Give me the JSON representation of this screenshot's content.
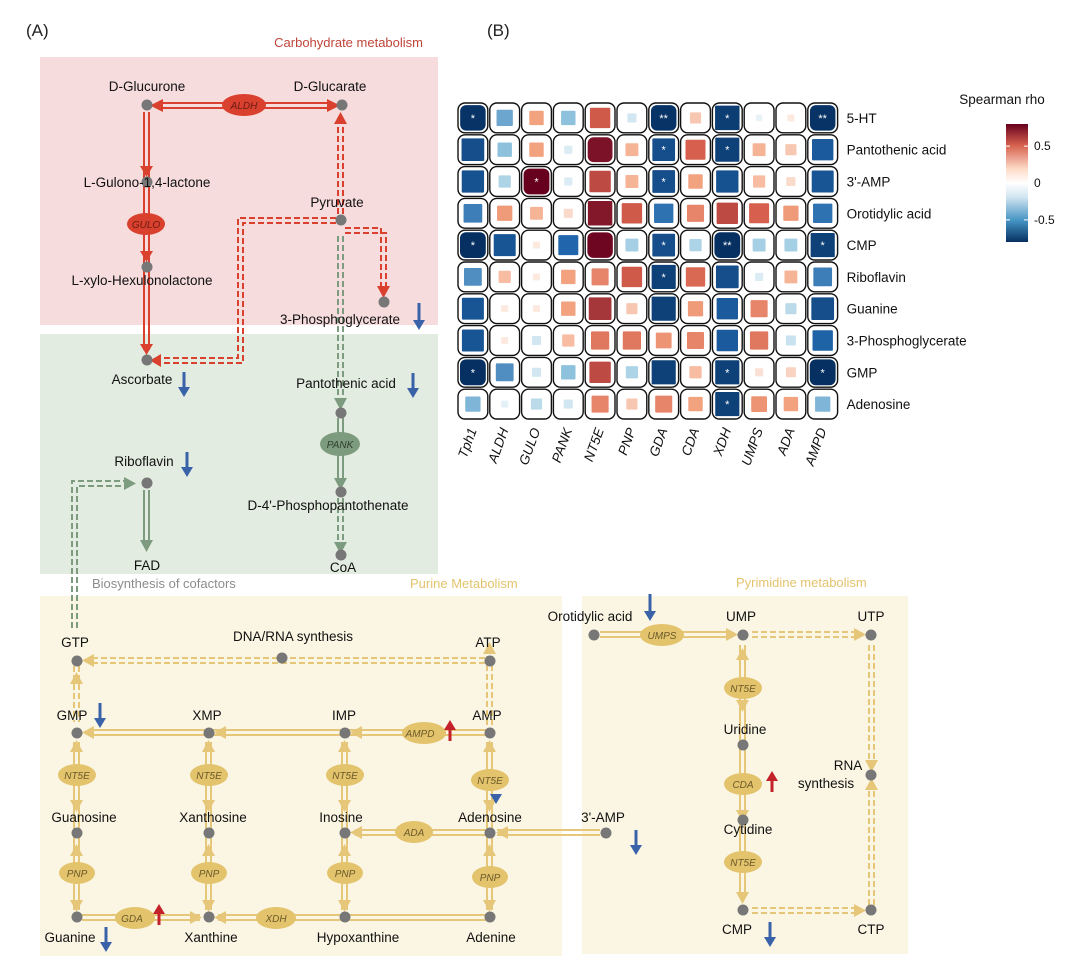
{
  "panel_labels": {
    "a": "(A)",
    "b": "(B)"
  },
  "regions": {
    "carb": "Carbohydrate metabolism",
    "cofactor": "Biosynthesis of cofactors",
    "purine": "Purine Metabolism",
    "pyrimidine": "Pyrimidine metabolism"
  },
  "metabolites": {
    "d_glucurone": "D-Glucurone",
    "d_glucarate": "D-Glucarate",
    "l_gulono": "L-Gulono-1,4-lactone",
    "pyruvate": "Pyruvate",
    "l_xylo": "L-xylo-Hexulonolactone",
    "phosphoglycerate": "3-Phosphoglycerate",
    "ascorbate": "Ascorbate",
    "pantothenic": "Pantothenic acid",
    "riboflavin": "Riboflavin",
    "phosphopantothenate": "D-4'-Phosphopantothenate",
    "fad": "FAD",
    "coa": "CoA",
    "gtp": "GTP",
    "dna_rna": "DNA/RNA synthesis",
    "atp": "ATP",
    "gmp": "GMP",
    "xmp": "XMP",
    "imp": "IMP",
    "amp": "AMP",
    "guanosine": "Guanosine",
    "xanthosine": "Xanthosine",
    "inosine": "Inosine",
    "adenosine": "Adenosine",
    "amp3": "3'-AMP",
    "guanine": "Guanine",
    "xanthine": "Xanthine",
    "hypoxanthine": "Hypoxanthine",
    "adenine": "Adenine",
    "orotidylic": "Orotidylic acid",
    "ump": "UMP",
    "utp": "UTP",
    "uridine": "Uridine",
    "rna_synth_1": "RNA",
    "rna_synth_2": "synthesis",
    "cytidine": "Cytidine",
    "cmp": "CMP",
    "ctp": "CTP"
  },
  "enzymes": {
    "aldh": "ALDH",
    "gulo": "GULO",
    "pank": "PANK",
    "umps": "UMPS",
    "ampd": "AMPD",
    "nt5e": "NT5E",
    "ada": "ADA",
    "pnp": "PNP",
    "gda": "GDA",
    "xdh": "XDH",
    "cda": "CDA"
  },
  "heatmap": {
    "legend_title": "Spearman rho",
    "legend_ticks": [
      "0.5",
      "0",
      "-0.5"
    ],
    "legend_tick_values": [
      0.5,
      0,
      -0.5
    ],
    "scale_range": [
      -0.8,
      0.8
    ],
    "colors": {
      "positive": "#67001f",
      "neutral": "#ffffff",
      "negative": "#053061"
    }
  },
  "chart_data": {
    "type": "heatmap",
    "rows": [
      "5-HT",
      "Pantothenic acid",
      "3'-AMP",
      "Orotidylic acid",
      "CMP",
      "Riboflavin",
      "Guanine",
      "3-Phosphoglycerate",
      "GMP",
      "Adenosine"
    ],
    "columns": [
      "Tph1",
      "ALDH",
      "GULO",
      "PANK",
      "NT5E",
      "PNP",
      "GDA",
      "CDA",
      "XDH",
      "UMPS",
      "ADA",
      "AMPD"
    ],
    "values": [
      [
        -0.78,
        -0.32,
        0.25,
        -0.25,
        0.5,
        -0.1,
        -0.78,
        0.15,
        -0.72,
        -0.05,
        0.06,
        -0.78
      ],
      [
        -0.62,
        -0.25,
        0.25,
        -0.08,
        0.74,
        0.2,
        -0.62,
        0.48,
        -0.7,
        0.2,
        0.15,
        -0.55
      ],
      [
        -0.6,
        -0.18,
        0.82,
        -0.08,
        0.55,
        0.2,
        -0.62,
        0.25,
        -0.6,
        0.18,
        0.1,
        -0.58
      ],
      [
        -0.42,
        0.28,
        0.2,
        0.1,
        0.72,
        0.5,
        -0.45,
        0.35,
        0.55,
        0.48,
        0.28,
        -0.45
      ],
      [
        -0.82,
        -0.58,
        0.06,
        -0.48,
        0.78,
        -0.2,
        -0.62,
        -0.18,
        -0.82,
        -0.2,
        -0.2,
        -0.7
      ],
      [
        -0.38,
        0.18,
        0.06,
        0.25,
        0.35,
        0.5,
        -0.7,
        0.45,
        -0.62,
        -0.08,
        0.2,
        -0.42
      ],
      [
        -0.58,
        0.06,
        0.06,
        0.25,
        0.62,
        0.15,
        -0.7,
        0.28,
        -0.55,
        0.35,
        -0.15,
        -0.62
      ],
      [
        -0.58,
        0.06,
        -0.1,
        0.18,
        0.4,
        0.4,
        0.3,
        0.35,
        -0.55,
        0.4,
        -0.12,
        -0.5
      ],
      [
        -0.82,
        -0.38,
        -0.1,
        -0.25,
        0.55,
        -0.18,
        -0.7,
        0.18,
        -0.7,
        0.08,
        0.12,
        -0.82
      ],
      [
        -0.28,
        -0.06,
        -0.15,
        -0.1,
        0.35,
        0.15,
        0.35,
        0.25,
        -0.7,
        0.3,
        0.25,
        -0.28
      ]
    ],
    "significance": [
      [
        "*",
        "",
        "",
        "",
        "",
        "",
        "**",
        "",
        "*",
        "",
        "",
        "**"
      ],
      [
        "",
        "",
        "",
        "",
        "",
        "",
        "*",
        "",
        "*",
        "",
        "",
        ""
      ],
      [
        "",
        "",
        "*",
        "",
        "",
        "",
        "*",
        "",
        "",
        "",
        "",
        ""
      ],
      [
        "",
        "",
        "",
        "",
        "",
        "",
        "",
        "",
        "",
        "",
        "",
        ""
      ],
      [
        "*",
        "",
        "",
        "",
        "",
        "",
        "*",
        "",
        "**",
        "",
        "",
        "*"
      ],
      [
        "",
        "",
        "",
        "",
        "",
        "",
        "*",
        "",
        "",
        "",
        "",
        ""
      ],
      [
        "",
        "",
        "",
        "",
        "",
        "",
        "",
        "",
        "",
        "",
        "",
        ""
      ],
      [
        "",
        "",
        "",
        "",
        "",
        "",
        "",
        "",
        "",
        "",
        "",
        ""
      ],
      [
        "*",
        "",
        "",
        "",
        "",
        "",
        "",
        "",
        "*",
        "",
        "",
        "*"
      ],
      [
        "",
        "",
        "",
        "",
        "",
        "",
        "",
        "",
        "*",
        "",
        "",
        ""
      ]
    ],
    "colorbar_range": [
      -0.8,
      0.8
    ],
    "title": "Spearman rho"
  }
}
